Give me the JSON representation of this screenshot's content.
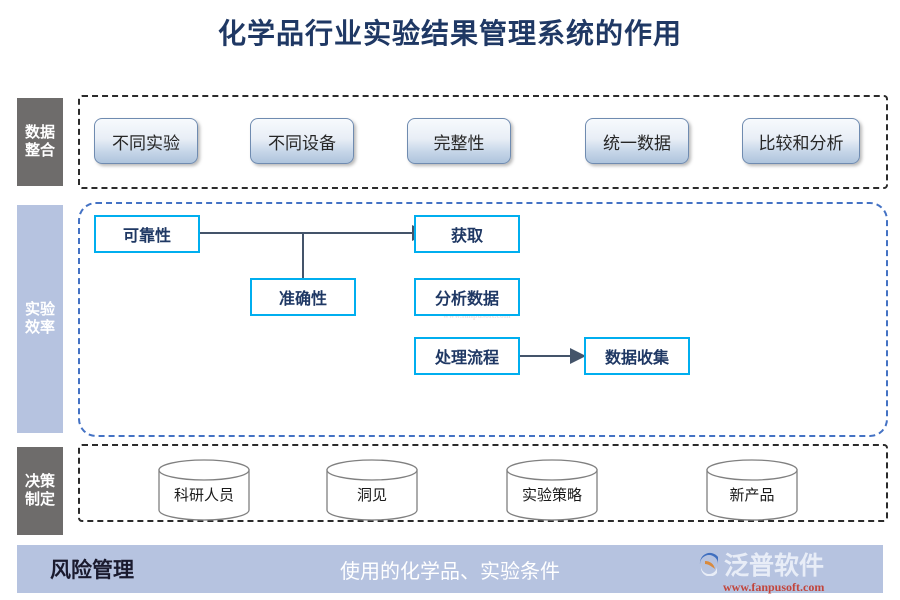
{
  "title": "化学品行业实验结果管理系统的作用",
  "colors": {
    "title_navy": "#1f3864",
    "gray_label": "#6e6c6b",
    "blue_label": "#b6c3e0",
    "cyan_border": "#00AEEF",
    "blue_dash": "#4472c4",
    "dark_dash": "#2b2b2b",
    "footer_bg": "#b6c3e0",
    "logo_red": "#c2453c"
  },
  "rows": {
    "data_integration": {
      "label": [
        "数据",
        "整合"
      ],
      "items": [
        {
          "label": "不同实验"
        },
        {
          "label": "不同设备"
        },
        {
          "label": "完整性"
        },
        {
          "label": "统一数据"
        },
        {
          "label": "比较和分析"
        }
      ]
    },
    "experiment_efficiency": {
      "label": [
        "实验",
        "效率"
      ],
      "boxes": [
        {
          "label": "可靠性"
        },
        {
          "label": "准确性"
        },
        {
          "label": "获取"
        },
        {
          "label": "分析数据"
        },
        {
          "label": "处理流程"
        },
        {
          "label": "数据收集"
        }
      ]
    },
    "decision_making": {
      "label": [
        "决策",
        "制定"
      ],
      "cylinders": [
        {
          "label": "科研人员"
        },
        {
          "label": "洞见"
        },
        {
          "label": "实验策略"
        },
        {
          "label": "新产品"
        }
      ]
    }
  },
  "footer": {
    "left_label": "风险管理",
    "center_label": "使用的化学品、实验条件",
    "logo_text": "泛普软件",
    "logo_url": "www.fanpusoft.com"
  },
  "watermark": {
    "text": "泛普软件",
    "url": "www.fanpusoft.com"
  }
}
